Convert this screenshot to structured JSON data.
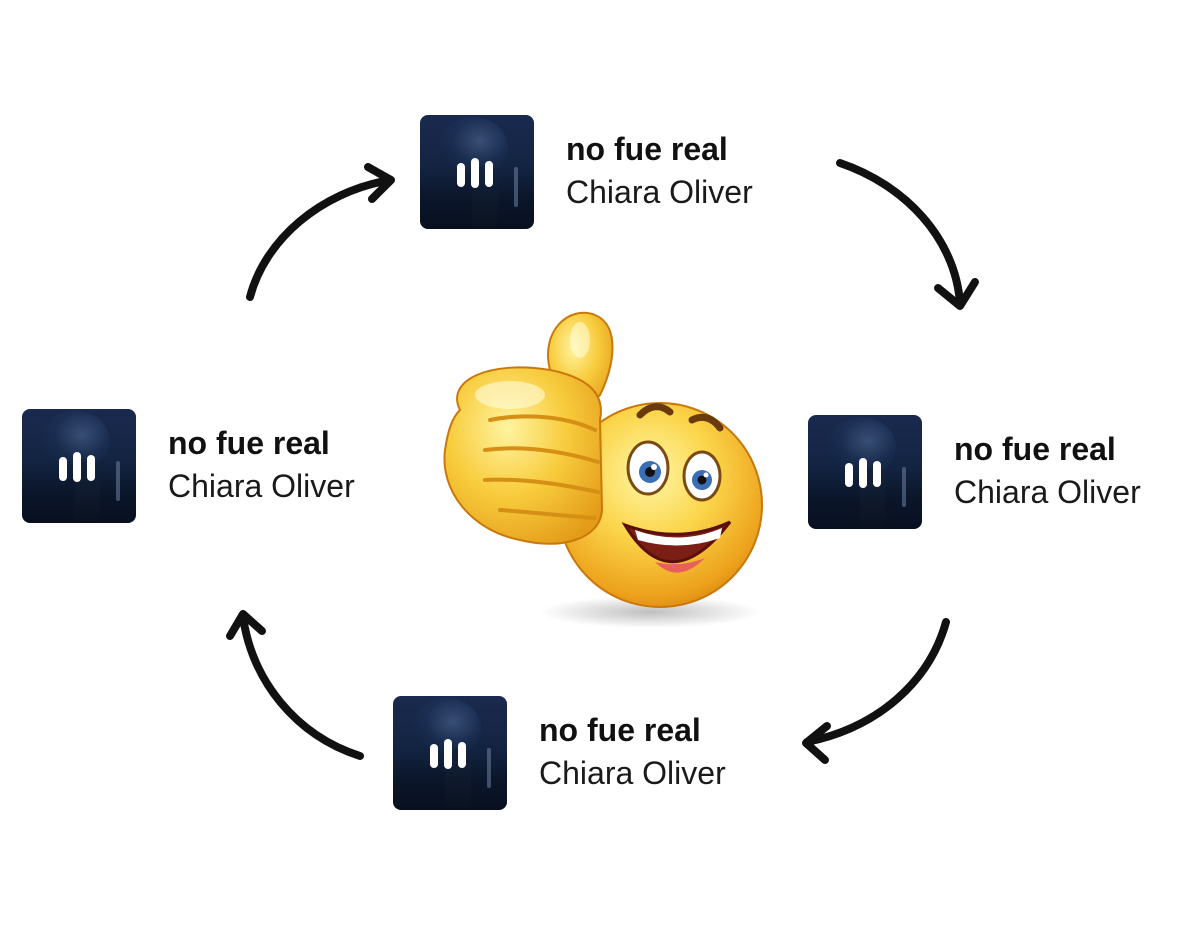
{
  "tracks": [
    {
      "id": "top",
      "title": "no fue real",
      "artist": "Chiara Oliver"
    },
    {
      "id": "right",
      "title": "no fue real",
      "artist": "Chiara Oliver"
    },
    {
      "id": "bottom",
      "title": "no fue real",
      "artist": "Chiara Oliver"
    },
    {
      "id": "left",
      "title": "no fue real",
      "artist": "Chiara Oliver"
    }
  ],
  "icons": {
    "cover": "album-cover",
    "playing": "now-playing-bars-icon",
    "arrow": "curved-arrow-icon",
    "center": "thumbs-up-emoji"
  },
  "colors": {
    "cover_dark": "#0b162b",
    "cover_blue": "#1a2a4f",
    "arrow": "#111111",
    "emoji_yellow": "#f7c234"
  }
}
